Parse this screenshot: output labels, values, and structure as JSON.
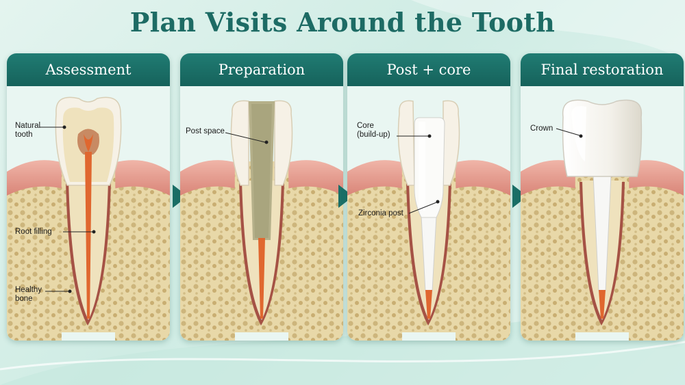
{
  "title": "Plan Visits Around the Tooth",
  "colors": {
    "header": "#1a6f67",
    "title": "#1d6b64",
    "gum": "#e39a8e",
    "bone": "#e6d6a6",
    "root_filling": "#e0672f",
    "dentin": "#efe2bd",
    "enamel": "#f6f1e6",
    "zirconia": "#f7f7f5"
  },
  "panels": [
    {
      "heading": "Assessment",
      "labels": [
        "Natural\ntooth",
        "Root filling",
        "Healthy\nbone"
      ]
    },
    {
      "heading": "Preparation",
      "labels": [
        "Post space"
      ]
    },
    {
      "heading": "Post + core",
      "labels": [
        "Core\n(build-up)",
        "Zirconia post"
      ]
    },
    {
      "heading": "Final restoration",
      "labels": [
        "Crown"
      ]
    }
  ]
}
